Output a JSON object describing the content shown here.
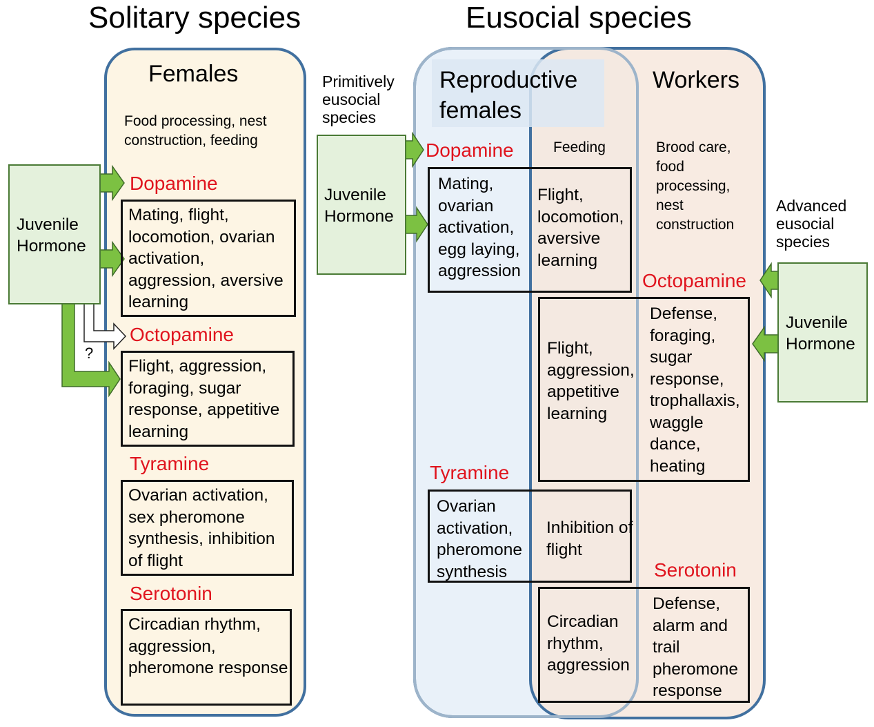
{
  "solitary": {
    "title": "Solitary species",
    "females_title": "Females",
    "females_note": "Food processing, nest construction, feeding",
    "juvenile_hormone": "Juvenile Hormone",
    "question_mark": "?",
    "dopamine": {
      "label": "Dopamine",
      "text": "Mating, flight, locomotion, ovarian activation, aggression, aversive learning"
    },
    "octopamine": {
      "label": "Octopamine",
      "text": "Flight, aggression, foraging, sugar response, appetitive learning"
    },
    "tyramine": {
      "label": "Tyramine",
      "text": "Ovarian activation, sex pheromone synthesis, inhibition of flight"
    },
    "serotonin": {
      "label": "Serotonin",
      "text": "Circadian rhythm, aggression, pheromone response"
    }
  },
  "eusocial": {
    "title": "Eusocial species",
    "reproductive_title": "Reproductive females",
    "workers_title": "Workers",
    "primitive_label": "Primitively eusocial species",
    "advanced_label": "Advanced eusocial species",
    "jh_left": "Juvenile Hormone",
    "jh_right": "Juvenile Hormone",
    "feeding": "Feeding",
    "workers_note": "Brood care, food processing, nest construction",
    "dopamine": {
      "label": "Dopamine",
      "reproductive_text": "Mating, ovarian activation, egg laying, aggression",
      "shared_text": "Flight, locomotion, aversive learning"
    },
    "octopamine": {
      "label": "Octopamine",
      "shared_text": "Flight, aggression, appetitive learning",
      "workers_text": "Defense, foraging, sugar response, trophallaxis, waggle dance, heating"
    },
    "tyramine": {
      "label": "Tyramine",
      "reproductive_text": "Ovarian activation, pheromone synthesis",
      "shared_text": "Inhibition of flight"
    },
    "serotonin": {
      "label": "Serotonin",
      "shared_text": "Circadian rhythm, aggression",
      "workers_text": "Defense, alarm and trail pheromone response"
    }
  },
  "colors": {
    "label_red": "#e0141e",
    "solitary_panel": "#fdf5e4",
    "reproductive_panel": "#e9f1f9",
    "workers_panel": "#f8ebe2",
    "panel_border": "#41709f",
    "jh_fill": "#e4f1dc",
    "arrow_green": "#7cc142"
  }
}
